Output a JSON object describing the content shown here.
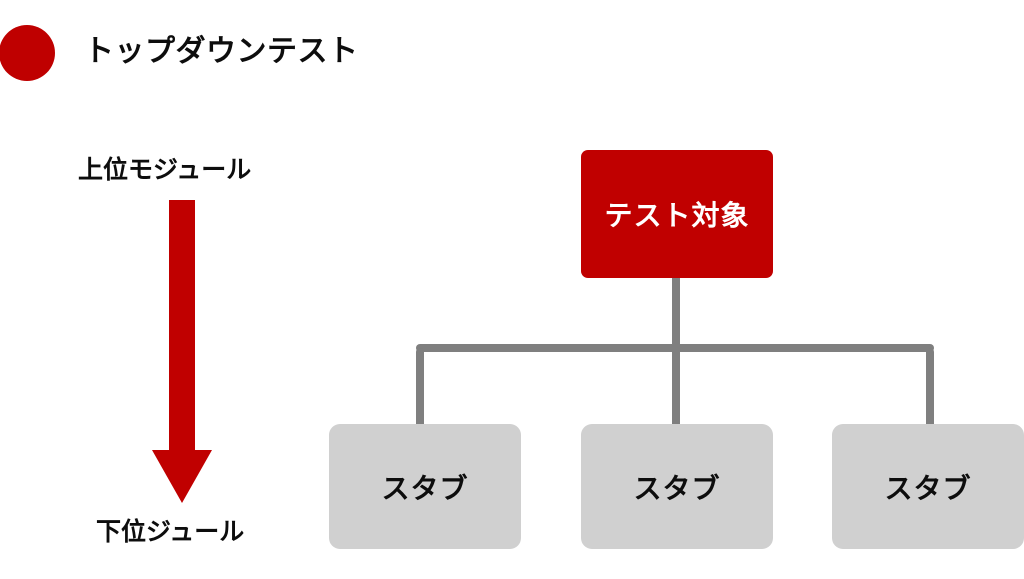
{
  "slide": {
    "title": "トップダウンテスト",
    "bullet_color": "#bf0000",
    "background": "#ffffff"
  },
  "legend": {
    "top_label": "上位モジュール",
    "bottom_label": "下位ジュール",
    "arrow_direction": "down",
    "arrow_color": "#c00000"
  },
  "diagram": {
    "root": {
      "label": "テスト対象",
      "fill": "#c00000",
      "text_color": "#ffffff"
    },
    "children": [
      {
        "label": "スタブ",
        "fill": "#d0d0d0",
        "text_color": "#0d0d0d"
      },
      {
        "label": "スタブ",
        "fill": "#d0d0d0",
        "text_color": "#0d0d0d"
      },
      {
        "label": "スタブ",
        "fill": "#d0d0d0",
        "text_color": "#0d0d0d"
      }
    ],
    "connector_color": "#7f7f7f"
  }
}
